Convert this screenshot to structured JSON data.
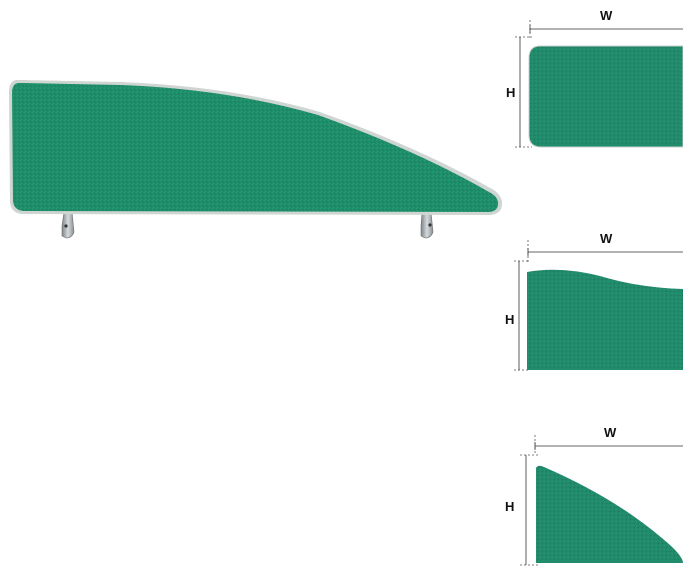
{
  "colors": {
    "panel_fill": "#1f8f6b",
    "panel_fill_dark": "#1a7e5e",
    "panel_edge": "#c9cfcc",
    "bracket": "#9aa0a3",
    "label": "#111111",
    "background": "#ffffff"
  },
  "diagrams": [
    {
      "shape": "rectangular",
      "width_label": "W",
      "height_label": "H"
    },
    {
      "shape": "wave-top",
      "width_label": "W",
      "height_label": "H"
    },
    {
      "shape": "quarter-curve",
      "width_label": "W",
      "height_label": "H"
    }
  ]
}
